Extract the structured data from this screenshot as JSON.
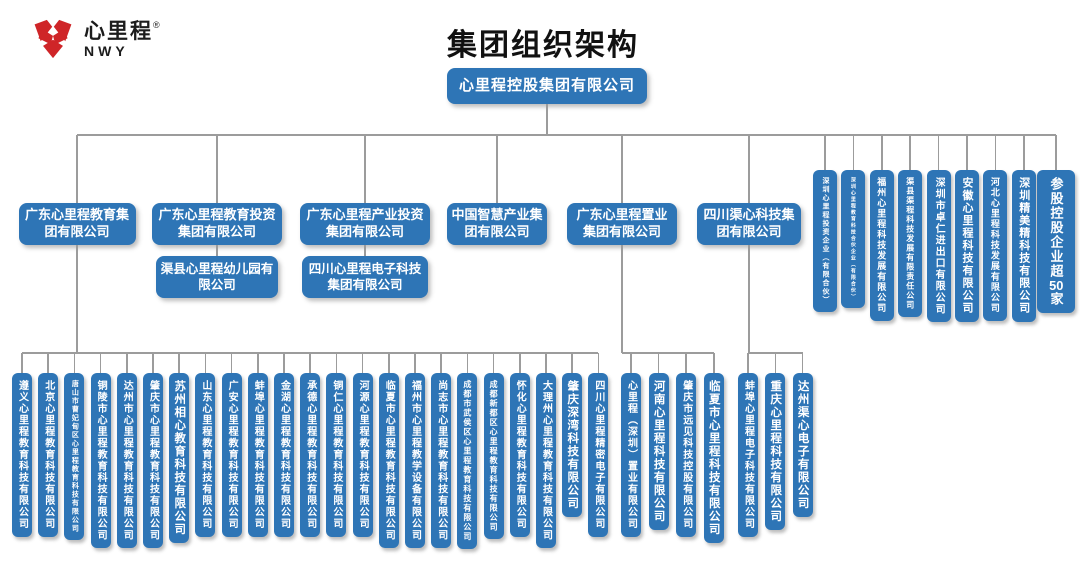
{
  "header": {
    "title": "集团组织架构",
    "logo_text": "心里程",
    "logo_reg": "®",
    "logo_sub": "NWY"
  },
  "colors": {
    "box_blue": "#2E75B6",
    "line_gray": "#9c9c9c",
    "logo_red": "#cf2528"
  },
  "tree": {
    "root": "心里程控股集团有限公司",
    "divisions": [
      {
        "label": "广东心里程教育集团有限公司"
      },
      {
        "label": "广东心里程教育投资集团有限公司",
        "sub": "渠县心里程幼儿园有限公司"
      },
      {
        "label": "广东心里程产业投资集团有限公司",
        "sub": "四川心里程电子科技集团有限公司"
      },
      {
        "label": "中国智慧产业集团有限公司"
      },
      {
        "label": "广东心里程置业集团有限公司"
      },
      {
        "label": "四川渠心科技集团有限公司"
      }
    ],
    "right_affiliates": [
      {
        "label": "深圳心里程投资企业（有限合伙）"
      },
      {
        "label": "深圳心里程教育科技合伙企业（有限合伙）"
      },
      {
        "label": "福州心里程科技发展有限公司"
      },
      {
        "label": "渠县渠程科技发展有限责任公司"
      },
      {
        "label": "深圳市卓仁进出口有限公司"
      },
      {
        "label": "安徽心里程科技有限公司"
      },
      {
        "label": "河北心里程科技发展有限公司"
      },
      {
        "label": "深圳精美精科技有限公司"
      },
      {
        "label": "参股控股企业超50家",
        "emphasis": true
      }
    ],
    "bottom_groups": [
      {
        "parent_index": 0,
        "companies": [
          "遵义心里程教育科技有限公司",
          "北京心里程教育科技有限公司",
          "唐山市曹妃甸区心里程教育科技有限公司",
          "铜陵市心里程教育科技有限公司",
          "达州市心里程教育科技有限公司",
          "肇庆市心里程教育科技有限公司",
          "苏州相心教育科技有限公司",
          "山东心里程教育科技有限公司",
          "广安心里程教育科技有限公司",
          "蚌埠心里程教育科技有限公司",
          "金湖心里程教育科技有限公司",
          "承德心里程教育科技有限公司",
          "铜仁心里程教育科技有限公司",
          "河源心里程教育科技有限公司",
          "临夏市心里程教育科技有限公司",
          "福州市心里程教学设备有限公司",
          "尚志市心里程教育科技有限公司",
          "成都市武侯区心里程教育科技有限公司",
          "成都新都区心里程教育科技有限公司",
          "怀化心里程教育科技有限公司",
          "大理州心里程教育科技有限公司",
          "肇庆深湾科技有限公司",
          "四川心里程精密电子有限公司"
        ]
      },
      {
        "parent_index": 4,
        "companies": [
          "心里程（深圳）置业有限公司",
          "河南心里程科技有限公司",
          "肇庆市远见科技控股有限公司",
          "临夏市心里程科技有限公司"
        ]
      },
      {
        "parent_index": 5,
        "companies": [
          "蚌埠心里程电子科技有限公司",
          "重庆心里程科技有限公司",
          "达州渠心电子有限公司"
        ]
      }
    ]
  }
}
